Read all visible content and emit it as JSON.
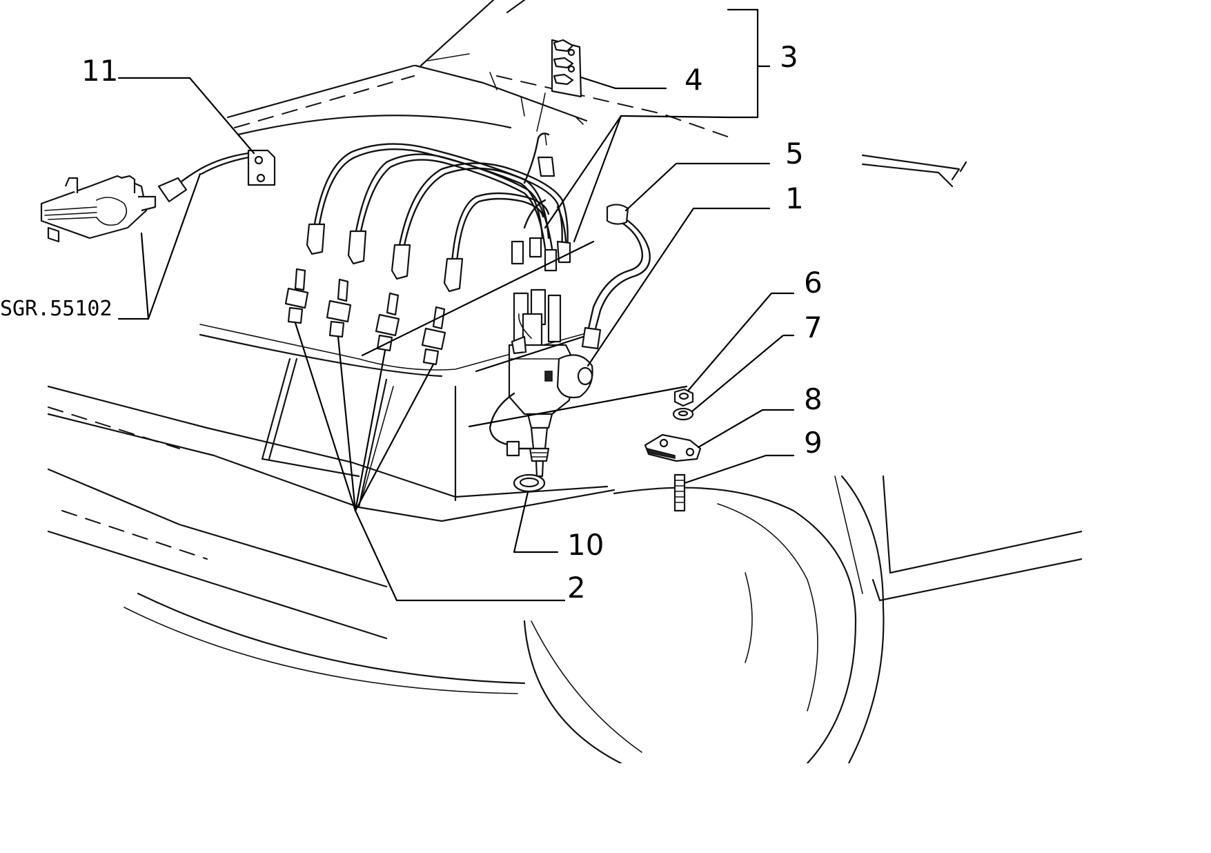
{
  "callouts": [
    {
      "id": "1",
      "label": "1"
    },
    {
      "id": "2",
      "label": "2"
    },
    {
      "id": "3",
      "label": "3"
    },
    {
      "id": "4",
      "label": "4"
    },
    {
      "id": "5",
      "label": "5"
    },
    {
      "id": "6",
      "label": "6"
    },
    {
      "id": "7",
      "label": "7"
    },
    {
      "id": "8",
      "label": "8"
    },
    {
      "id": "9",
      "label": "9"
    },
    {
      "id": "10",
      "label": "10"
    },
    {
      "id": "11",
      "label": "11"
    }
  ],
  "reference_code": "SGR.55102"
}
